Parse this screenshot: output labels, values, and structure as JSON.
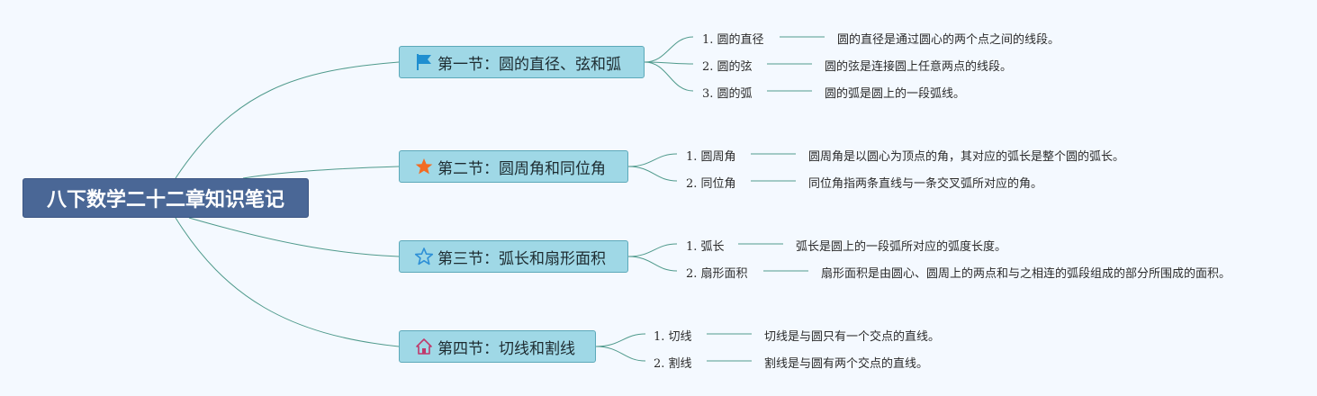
{
  "root": {
    "title": "八下数学二十二章知识笔记"
  },
  "sections": [
    {
      "icon": "flag-icon",
      "title": "第一节：圆的直径、弦和弧",
      "items": [
        {
          "label": "1. 圆的直径",
          "desc": "圆的直径是通过圆心的两个点之间的线段。"
        },
        {
          "label": "2. 圆的弦",
          "desc": "圆的弦是连接圆上任意两点的线段。"
        },
        {
          "label": "3. 圆的弧",
          "desc": "圆的弧是圆上的一段弧线。"
        }
      ]
    },
    {
      "icon": "filled-star-icon",
      "title": "第二节：圆周角和同位角",
      "items": [
        {
          "label": "1. 圆周角",
          "desc": "圆周角是以圆心为顶点的角，其对应的弧长是整个圆的弧长。"
        },
        {
          "label": "2. 同位角",
          "desc": "同位角指两条直线与一条交叉弧所对应的角。"
        }
      ]
    },
    {
      "icon": "outline-star-icon",
      "title": "第三节：弧长和扇形面积",
      "items": [
        {
          "label": "1. 弧长",
          "desc": "弧长是圆上的一段弧所对应的弧度长度。"
        },
        {
          "label": "2. 扇形面积",
          "desc": "扇形面积是由圆心、圆周上的两点和与之相连的弧段组成的部分所围成的面积。"
        }
      ]
    },
    {
      "icon": "home-icon",
      "title": "第四节：切线和割线",
      "items": [
        {
          "label": "1. 切线",
          "desc": "切线是与圆只有一个交点的直线。"
        },
        {
          "label": "2. 割线",
          "desc": "割线是与圆有两个交点的直线。"
        }
      ]
    }
  ],
  "colors": {
    "background": "#f4f9ff",
    "root_fill": "#4a6796",
    "section_fill": "#9fd8e6",
    "connector": "#4f9a8c",
    "flag": "#1f8fd0",
    "star": "#f26b22",
    "outline_star": "#2d8fd6",
    "home": "#c0396b"
  }
}
